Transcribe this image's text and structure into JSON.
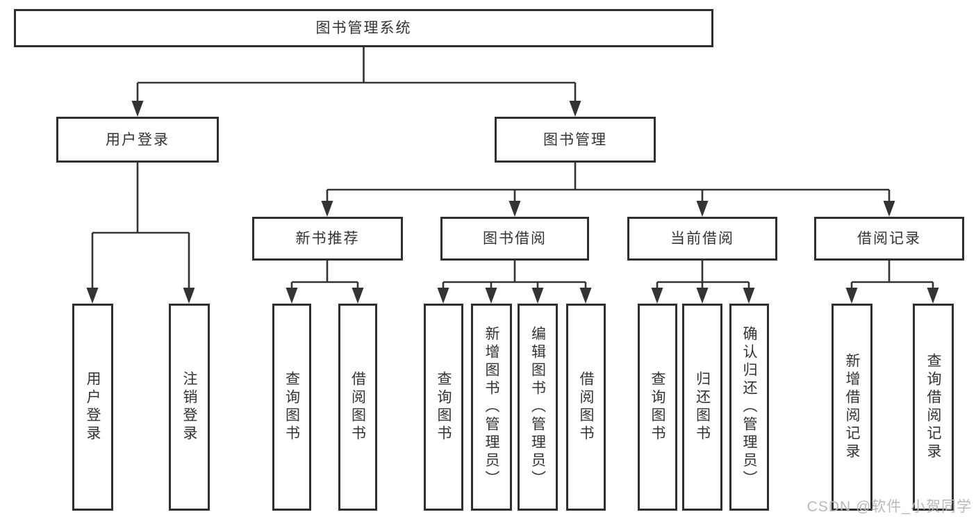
{
  "diagram": {
    "title": "图书管理系统",
    "root": {
      "label": "图书管理系统"
    },
    "branches": [
      {
        "label": "用户登录",
        "children": [
          {
            "label": "用户登录"
          },
          {
            "label": "注销登录"
          }
        ]
      },
      {
        "label": "图书管理",
        "children": [
          {
            "label": "新书推荐",
            "children": [
              {
                "label": "查询图书"
              },
              {
                "label": "借阅图书"
              }
            ]
          },
          {
            "label": "图书借阅",
            "children": [
              {
                "label": "查询图书"
              },
              {
                "label": "新增图书（管理员）"
              },
              {
                "label": "编辑图书（管理员）"
              },
              {
                "label": "借阅图书"
              }
            ]
          },
          {
            "label": "当前借阅",
            "children": [
              {
                "label": "查询图书"
              },
              {
                "label": "归还图书"
              },
              {
                "label": "确认归还（管理员）"
              }
            ]
          },
          {
            "label": "借阅记录",
            "children": [
              {
                "label": "新增借阅记录"
              },
              {
                "label": "查询借阅记录"
              }
            ]
          }
        ]
      }
    ],
    "line_color": "#333333",
    "border_color": "#2f2f2f",
    "watermark": "CSDN @软件_小贺同学"
  }
}
